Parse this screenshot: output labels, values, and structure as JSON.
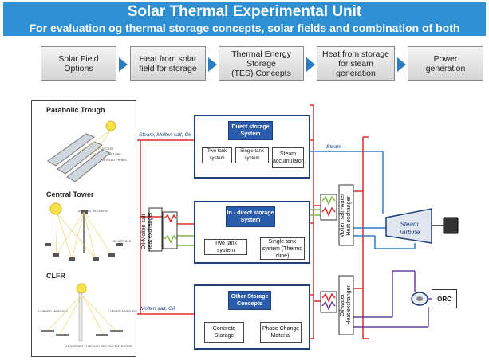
{
  "header": {
    "title": "Solar Thermal Experimental Unit",
    "subtitle": "For evaluation og thermal storage concepts, solar fields and combination of both"
  },
  "process_steps": [
    {
      "line1": "Solar Field",
      "line2": "Options"
    },
    {
      "line1": "Heat from solar",
      "line2": "field for storage"
    },
    {
      "line1": "Thermal Energy Storage",
      "line2": "(TES) Concepts"
    },
    {
      "line1": "Heat from storage",
      "line2": "for steam",
      "line3": "generation"
    },
    {
      "line1": "Power",
      "line2": "generation"
    }
  ],
  "solar_fields": {
    "parabolic": "Parabolic Trough",
    "parabolic_parts": [
      "REFLECTOR",
      "ABSORBER TUBE",
      "SOLAR FIELD PIPING"
    ],
    "tower": "Central Tower",
    "tower_parts": [
      "CENTRAL RECEIVER",
      "HELIOSTATS"
    ],
    "clfr": "CLFR",
    "clfr_parts": [
      "CURVED MIRRORS",
      "CURVED MIRRORS",
      "ABSORBER TUBE AND RECONCENTRATOR"
    ]
  },
  "storage": {
    "direct": {
      "title": "Direct storage System",
      "items": [
        "Two tank system",
        "Single tank system",
        "Steam accumulator"
      ]
    },
    "indirect": {
      "title": "In - direct storage System",
      "items": [
        "Two tank system",
        "Single tank system (Thermo cline)"
      ]
    },
    "other": {
      "title": "Other Storage Concepts",
      "items": [
        "Concrete Storage",
        "Phase Change Material"
      ]
    }
  },
  "labels": {
    "feed_top": "Steam, Molten salt, Oil",
    "feed_bottom": "Molten salt, Oil",
    "steam": "Steam",
    "hx_oil_molten": [
      "Oil-Molten salt",
      "Heat exchanger"
    ],
    "hx_molten_water": [
      "Molten salt -water",
      "Heat exchanger"
    ],
    "hx_oil_water": [
      "Oil-water",
      "Heat exchanger"
    ],
    "turbine": "Steam Turbine",
    "orc": "ORC"
  },
  "colors": {
    "banner": "#2e8fd2",
    "hot_line": "#e02a2a",
    "steam_line": "#2b7fc9",
    "oil_line": "#7dba3c",
    "orc_line": "#6a3fa0",
    "box_border": "#1f3f7a"
  }
}
